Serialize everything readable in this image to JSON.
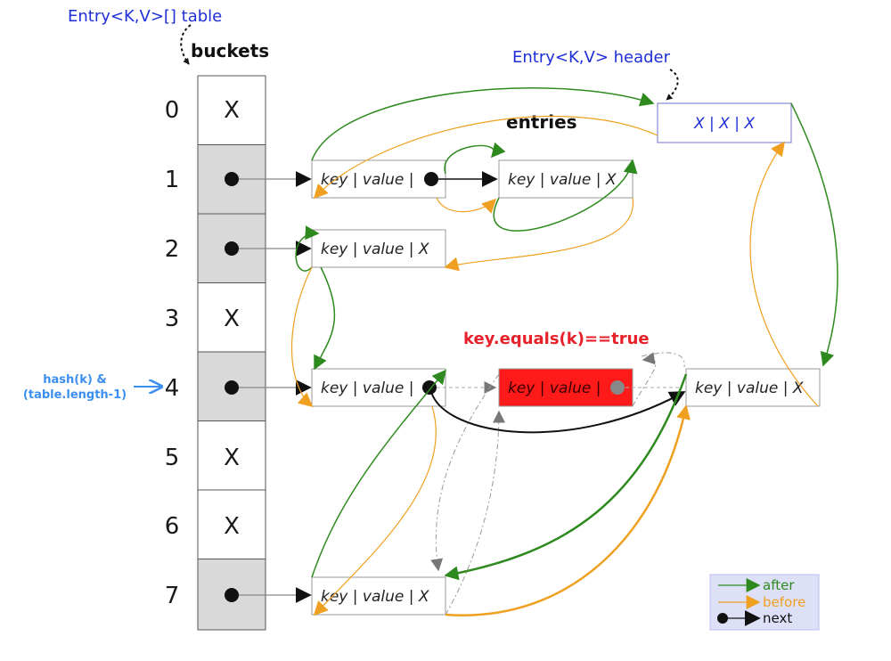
{
  "labels": {
    "table": "Entry<K,V>[] table",
    "buckets": "buckets",
    "header": "Entry<K,V> header",
    "entries": "entries",
    "equals": "key.equals(k)==true",
    "hash_line1": "hash(k) &",
    "hash_line2": "(table.length-1)"
  },
  "buckets": [
    {
      "index": "0",
      "content": "X"
    },
    {
      "index": "1",
      "content": ""
    },
    {
      "index": "2",
      "content": ""
    },
    {
      "index": "3",
      "content": "X"
    },
    {
      "index": "4",
      "content": ""
    },
    {
      "index": "5",
      "content": "X"
    },
    {
      "index": "6",
      "content": "X"
    },
    {
      "index": "7",
      "content": ""
    }
  ],
  "header_entry": {
    "text": "X | X | X"
  },
  "entries": [
    {
      "text": "key | value |"
    },
    {
      "text": "key | value |  X"
    },
    {
      "text": "key | value |  X"
    },
    {
      "text": "key | value |"
    },
    {
      "text": "key | value |"
    },
    {
      "text": "key | value |  X"
    },
    {
      "text": "key | value |  X"
    }
  ],
  "legend": [
    {
      "label": "after",
      "color": "#2e8a1e"
    },
    {
      "label": "before",
      "color": "#f0a020"
    },
    {
      "label": "next",
      "color": "#111111"
    }
  ],
  "colors": {
    "after": "#2e8a1e",
    "before": "#f0a020",
    "next": "#111111",
    "removed_entry": "#ff1a1a",
    "bucket_filled": "#d9d9d9",
    "legend_bg": "#dde0f7"
  }
}
